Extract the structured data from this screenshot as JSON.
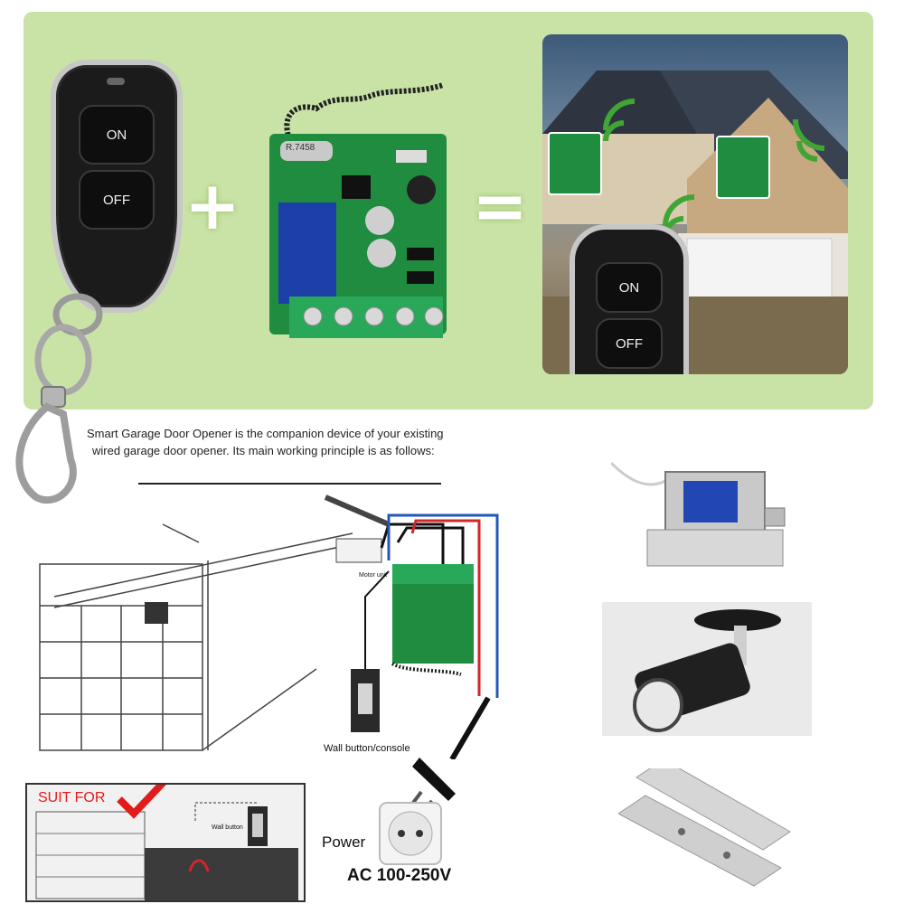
{
  "remote": {
    "on_label": "ON",
    "off_label": "OFF"
  },
  "relay_board": {
    "chip_label": "R.7458"
  },
  "operators": {
    "plus": "+",
    "equals": "="
  },
  "intro_text": {
    "line1": "Smart Garage Door Opener is the companion device of your existing",
    "line2": "wired garage door opener. Its main working principle is as follows:"
  },
  "diagram": {
    "motor_unit_label": "Motor unit",
    "wall_button_label": "Wall button/console",
    "power_label": "Power",
    "voltage_label": "AC 100-250V"
  },
  "suit_for": {
    "label": "SUIT FOR",
    "wall_button_label": "Wall button"
  },
  "colors": {
    "hero_bg": "#c9e2a6",
    "signal_green": "#3fa535",
    "pcb_green": "#1f8c3f",
    "terminal_green": "#2aa85a",
    "wire_red": "#d6242a",
    "wire_blue": "#2357b8",
    "suit_red": "#e21b1b"
  }
}
